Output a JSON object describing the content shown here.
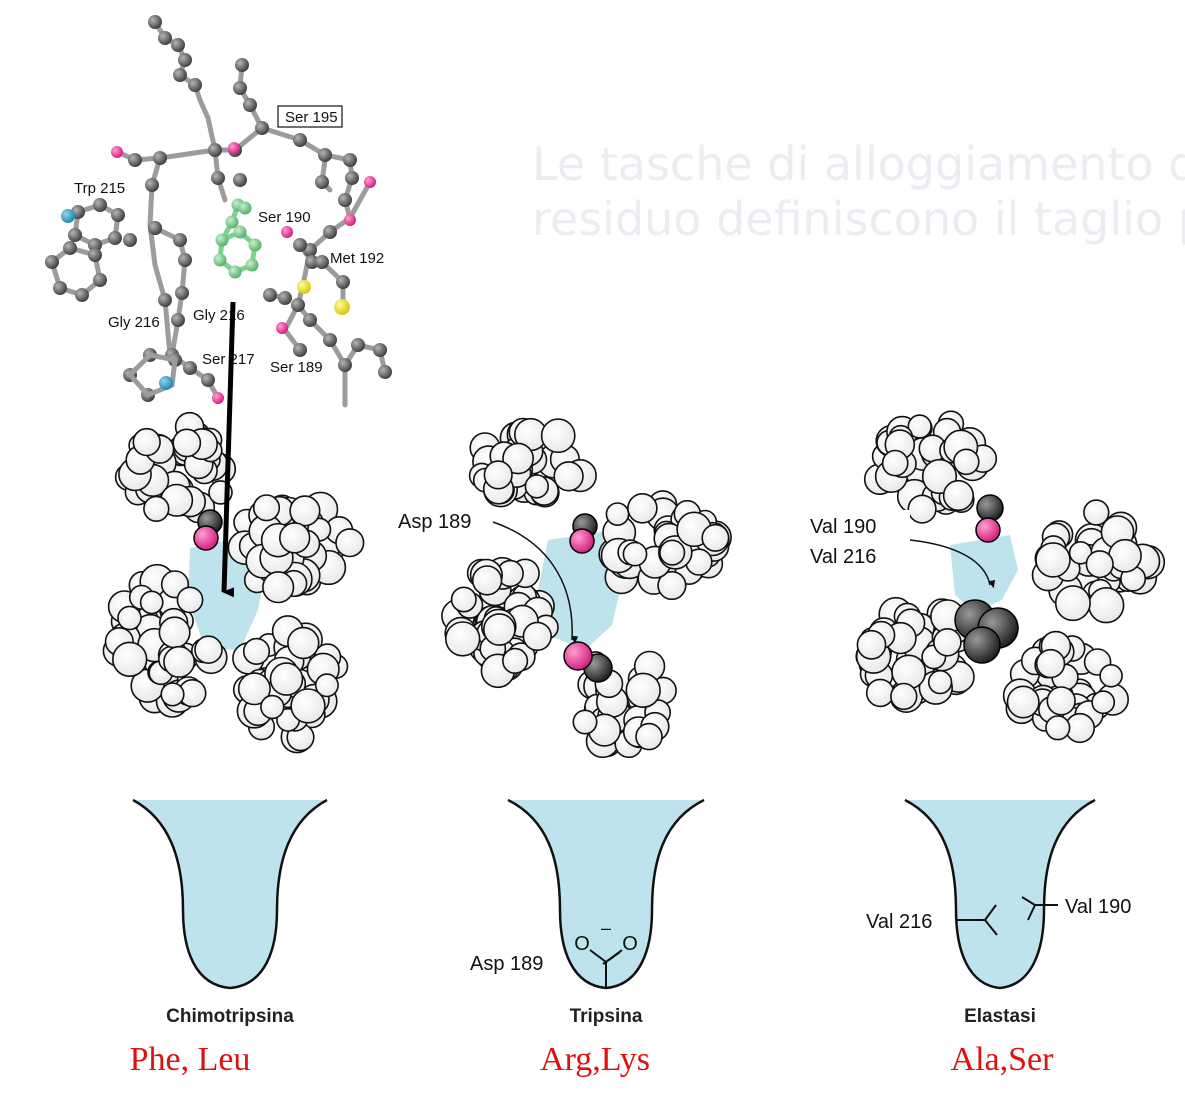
{
  "faint_title": {
    "line1": "Le tasche di alloggiamento dei",
    "line2": "residuo definiscono il taglio proteolitico"
  },
  "ball_and_stick": {
    "labels": {
      "ser195": "Ser 195",
      "trp215": "Trp 215",
      "ser190": "Ser 190",
      "met192": "Met 192",
      "gly216a": "Gly 216",
      "gly216b": "Gly 216",
      "ser217": "Ser 217",
      "ser189": "Ser 189"
    }
  },
  "space_fill": {
    "trypsin_callout": "Asp 189",
    "elastase_callout_1": "Val 190",
    "elastase_callout_2": "Val 216"
  },
  "pockets": [
    {
      "name": "Chimotripsina",
      "substrates": "Phe, Leu"
    },
    {
      "name": "Tripsina",
      "substrates": "Arg,Lys",
      "label": "Asp 189",
      "o_left": "O",
      "o_right": "O",
      "charge": "–"
    },
    {
      "name": "Elastasi",
      "substrates": "Ala,Ser",
      "label_left": "Val 216",
      "label_right": "Val 190"
    }
  ],
  "colors": {
    "pocket_fill": "#bfe3ec",
    "oxygen": "#e8358f",
    "sulfur": "#f0e030",
    "nitrogen": "#2a9ec7",
    "carbon": "#555555",
    "substrate": "#77cc88",
    "substrate_text": "#e01010"
  }
}
